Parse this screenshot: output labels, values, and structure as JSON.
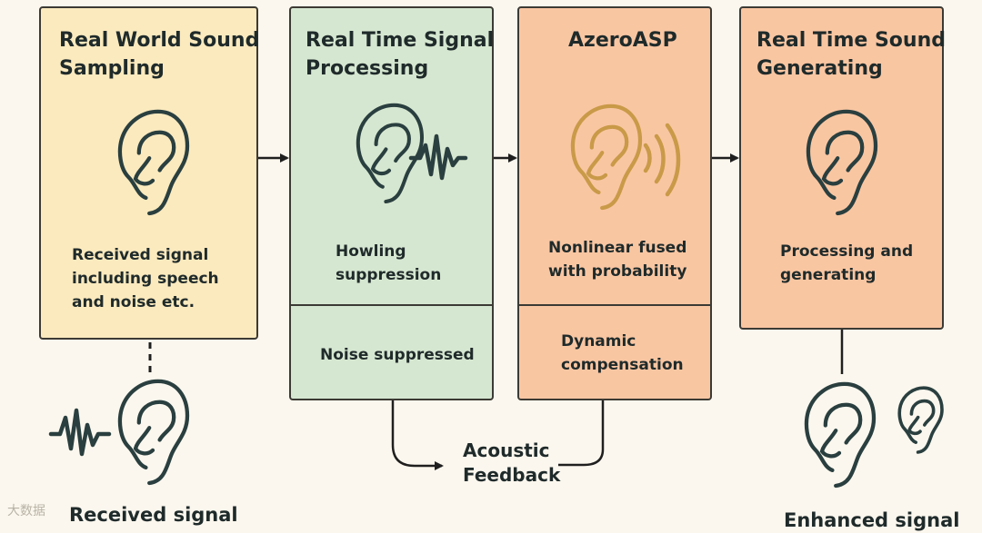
{
  "stages": [
    {
      "title": "Real World Sound\nSampling",
      "description": "Received signal\nincluding speech\nand noise etc.",
      "color": "#fbeabe"
    },
    {
      "title": "Real Time Signal\nProcessing",
      "description": "Howling\nsuppression",
      "sub_description": "Noise suppressed",
      "color": "#d6e7d1"
    },
    {
      "title": "AzeroASP",
      "description": "Nonlinear fused\nwith probability",
      "sub_description": "Dynamic\ncompensation",
      "color": "#f9c6a2"
    },
    {
      "title": "Real Time Sound\nGenerating",
      "description": "Processing and\ngenerating",
      "color": "#f9c6a2"
    }
  ],
  "feedback_label": "Acoustic\nFeedback",
  "input_label": "Received signal",
  "output_label": "Enhanced signal",
  "watermark": "大数据",
  "colors": {
    "stroke_dark": "#2a3f3f",
    "ear_gold": "#c99a48",
    "line": "#3c3a34"
  }
}
